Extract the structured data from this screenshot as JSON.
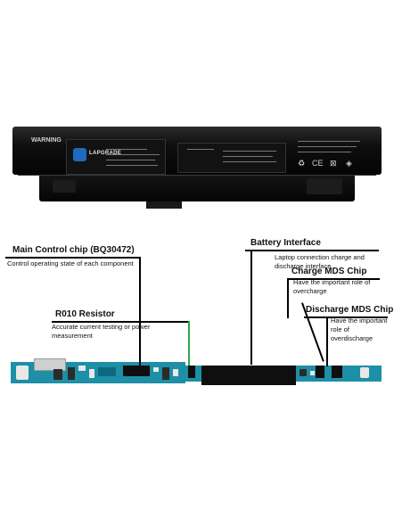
{
  "battery": {
    "brand": "LAPGRADE",
    "warning": "WARNING"
  },
  "annotations": {
    "battery_interface": {
      "title": "Battery Interface",
      "desc": "Laptop connection charge and discharge interface"
    },
    "main_chip": {
      "title": "Main Control chip (BQ30472)",
      "desc": "Control operating state of each component"
    },
    "charge_mds": {
      "title": "Charge MDS Chip",
      "desc": "Have the important role of overcharge"
    },
    "discharge_mds": {
      "title": "Discharge MDS Chip",
      "desc": "Have the important role of overdischarge"
    },
    "r010": {
      "title": "R010 Resistor",
      "desc": "Accurate current testing or power measurement"
    }
  },
  "colors": {
    "pcb": "#1d8fa6",
    "leader_line": "#000000",
    "resistor_line": "#2aa84a"
  }
}
